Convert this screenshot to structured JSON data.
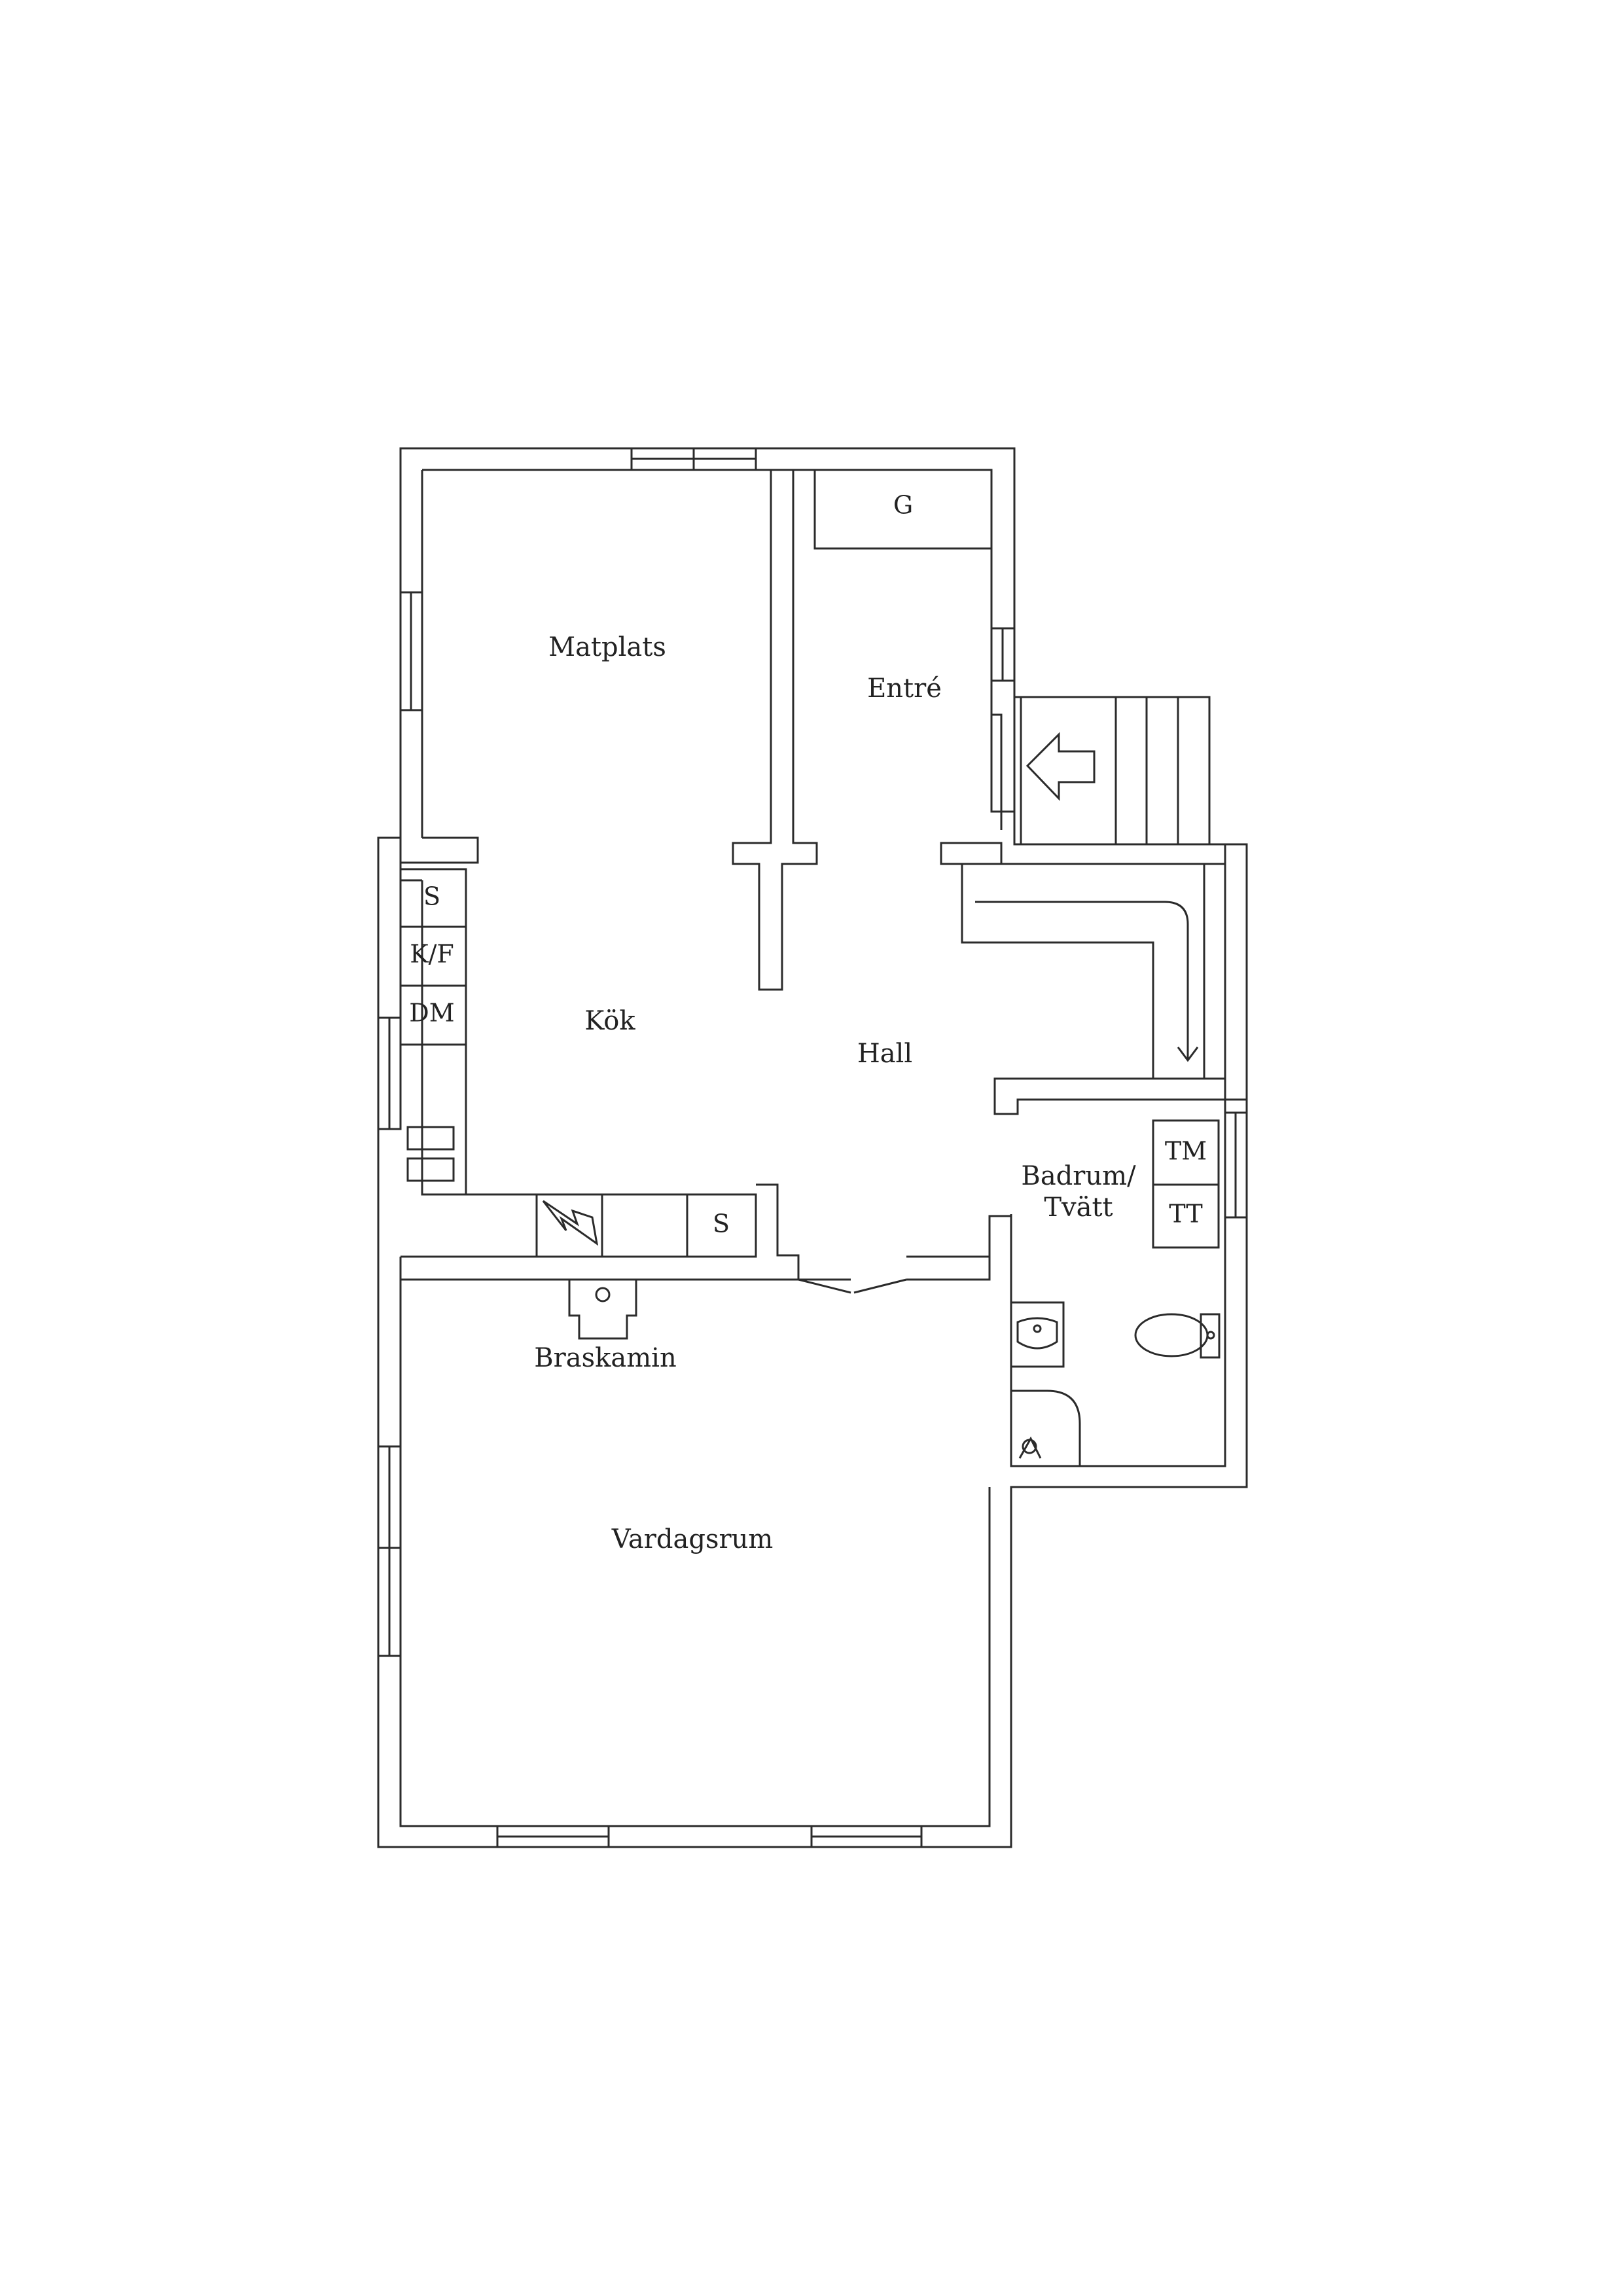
{
  "rooms": {
    "matplats": "Matplats",
    "entre": "Entré",
    "kok": "Kök",
    "hall": "Hall",
    "badrum_line1": "Badrum/",
    "badrum_line2": "Tvätt",
    "braskamin": "Braskamin",
    "vardagsrum": "Vardagsrum"
  },
  "fixtures": {
    "g": "G",
    "s_top": "S",
    "kf": "K/F",
    "dm": "DM",
    "s_bottom": "S",
    "tm": "TM",
    "tt": "TT"
  }
}
